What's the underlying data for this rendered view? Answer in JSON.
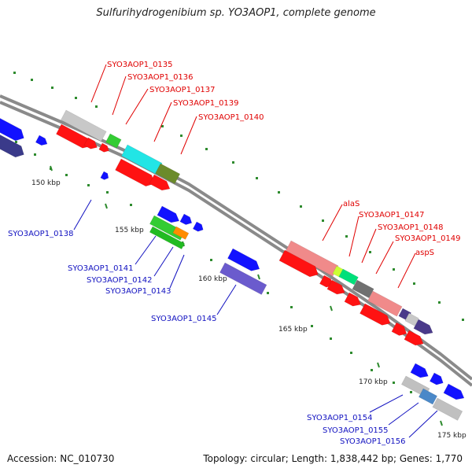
{
  "title": "Sulfurihydrogenibium sp. YO3AOP1, complete genome",
  "footer": {
    "accession": "Accession: NC_010730",
    "topology": "Topology: circular; Length: 1,838,442 bp; Genes: 1,770"
  },
  "colors": {
    "backbone": "#8a8a8a",
    "tick_dot": "#2e8b2e",
    "label_top": "#e00000",
    "label_bottom": "#1010c0",
    "scale_text": "#222222"
  },
  "scale_labels": [
    "150 kbp",
    "155 kbp",
    "160 kbp",
    "165 kbp",
    "170 kbp",
    "175 kbp"
  ],
  "top_labels": [
    "SYO3AOP1_0135",
    "SYO3AOP1_0136",
    "SYO3AOP1_0137",
    "SYO3AOP1_0139",
    "SYO3AOP1_0140",
    "alaS",
    "SYO3AOP1_0147",
    "SYO3AOP1_0148",
    "SYO3AOP1_0149",
    "aspS"
  ],
  "bottom_labels": [
    "SYO3AOP1_0138",
    "SYO3AOP1_0141",
    "SYO3AOP1_0142",
    "SYO3AOP1_0143",
    "SYO3AOP1_0145",
    "SYO3AOP1_0154",
    "SYO3AOP1_0155",
    "SYO3AOP1_0156"
  ]
}
